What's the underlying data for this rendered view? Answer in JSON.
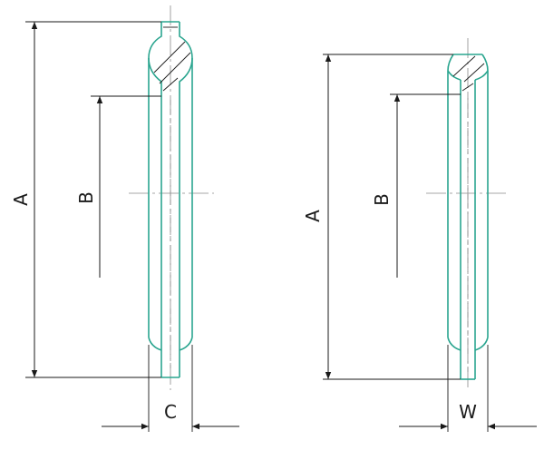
{
  "diagram": {
    "left": {
      "labels": {
        "outer": "A",
        "inner": "B",
        "width": "C"
      }
    },
    "right": {
      "labels": {
        "outer": "A",
        "inner": "B",
        "width": "W"
      }
    },
    "colors": {
      "outline": "#2aa58f",
      "dimension": "#1a1a1a",
      "centerline": "#7a7a7a"
    }
  }
}
